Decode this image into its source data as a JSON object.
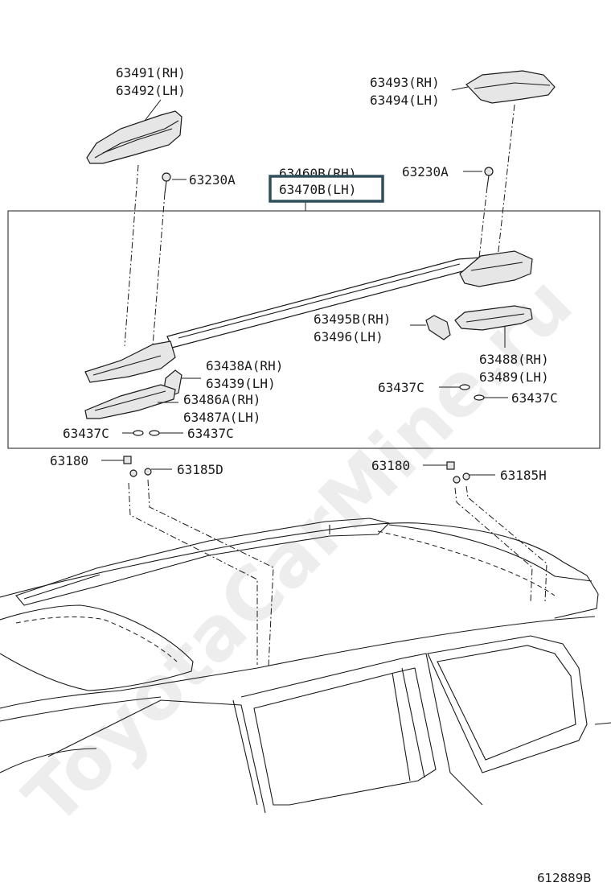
{
  "figure_code": "612889B",
  "watermark": "ToyotaCarMine.ru",
  "parts": {
    "end_cover_front_rh": "63491(RH)",
    "end_cover_front_lh": "63492(LH)",
    "end_cover_rear_rh": "63493(RH)",
    "end_cover_rear_lh": "63494(LH)",
    "screw_left": "63230A",
    "screw_right": "63230A",
    "rail_rh": "63460B(RH)",
    "rail_lh": "63470B(LH)",
    "bracket_rh": "63495B(RH)",
    "bracket_lh": "63496(LH)",
    "support_front_rh": "63438A(RH)",
    "support_front_lh": "63439(LH)",
    "leg_rear_rh": "63488(RH)",
    "leg_rear_lh": "63489(LH)",
    "leg_front_rh": "63486A(RH)",
    "leg_front_lh": "63487A(LH)",
    "gasket_mid_right": "63437C",
    "gasket_right": "63437C",
    "gasket_left_a": "63437C",
    "gasket_left_b": "63437C",
    "nut_left": "63180",
    "nut_right": "63180",
    "bolt_left": "63185D",
    "bolt_right": "63185H"
  },
  "highlight": {
    "part": "63470B(LH)",
    "color": "#2f4f5a"
  }
}
